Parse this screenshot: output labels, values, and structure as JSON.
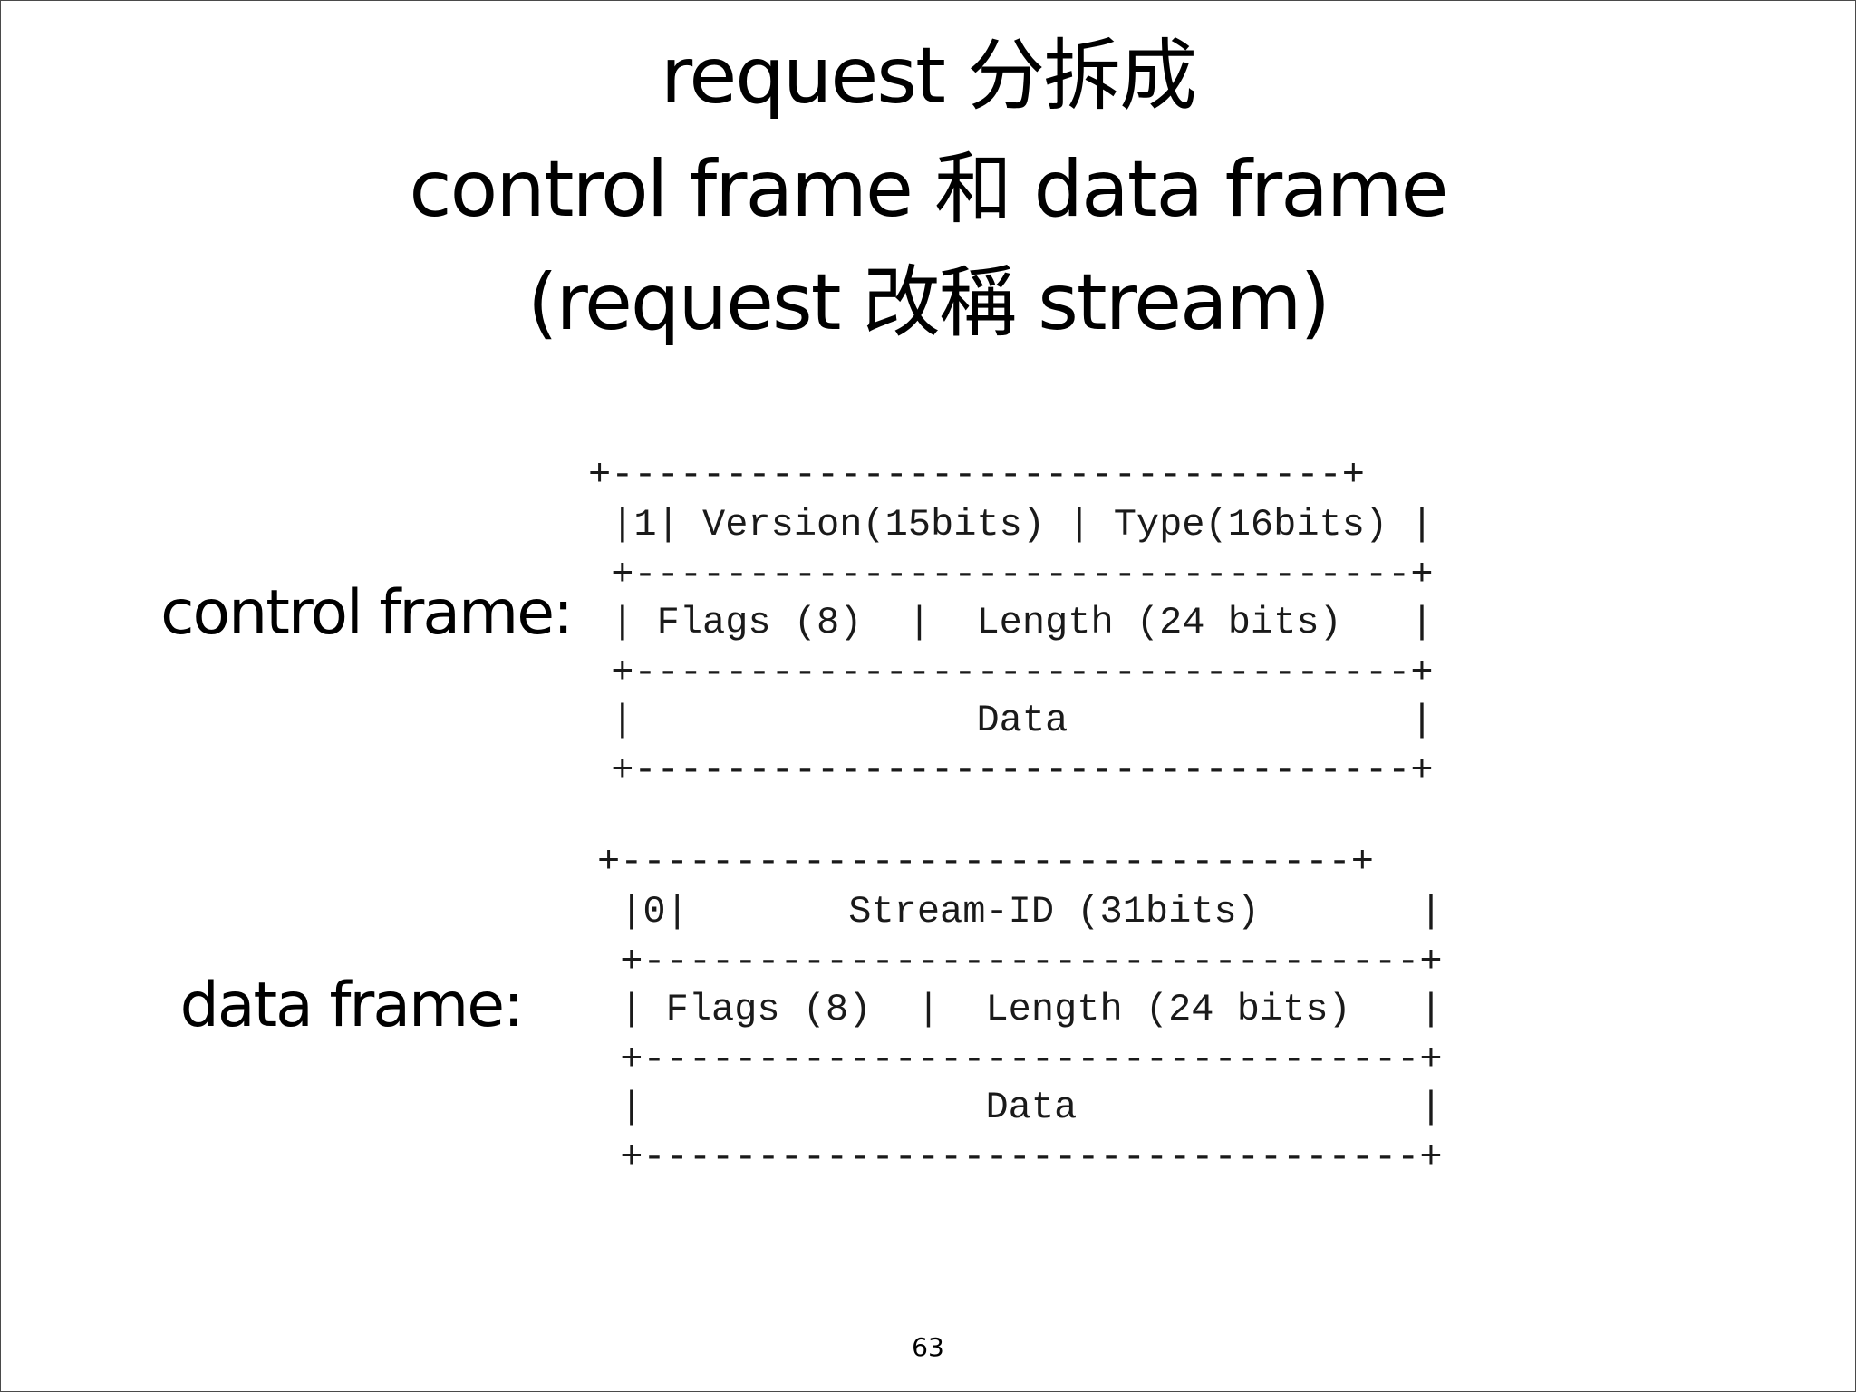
{
  "title": {
    "line1": "request 分拆成",
    "line2": "control frame 和 data frame",
    "line3": "(request 改稱 stream)"
  },
  "control_frame": {
    "label": "control frame:",
    "lines": [
      "+--------------------------------+",
      " |1| Version(15bits) | Type(16bits) |",
      " +----------------------------------+",
      " | Flags (8)  |  Length (24 bits)   |",
      " +----------------------------------+",
      " |               Data               |",
      " +----------------------------------+"
    ]
  },
  "data_frame": {
    "label": "data frame:",
    "lines": [
      "+--------------------------------+",
      " |0|       Stream-ID (31bits)       |",
      " +----------------------------------+",
      " | Flags (8)  |  Length (24 bits)   |",
      " +----------------------------------+",
      " |               Data               |",
      " +----------------------------------+"
    ]
  },
  "page_number": "63"
}
